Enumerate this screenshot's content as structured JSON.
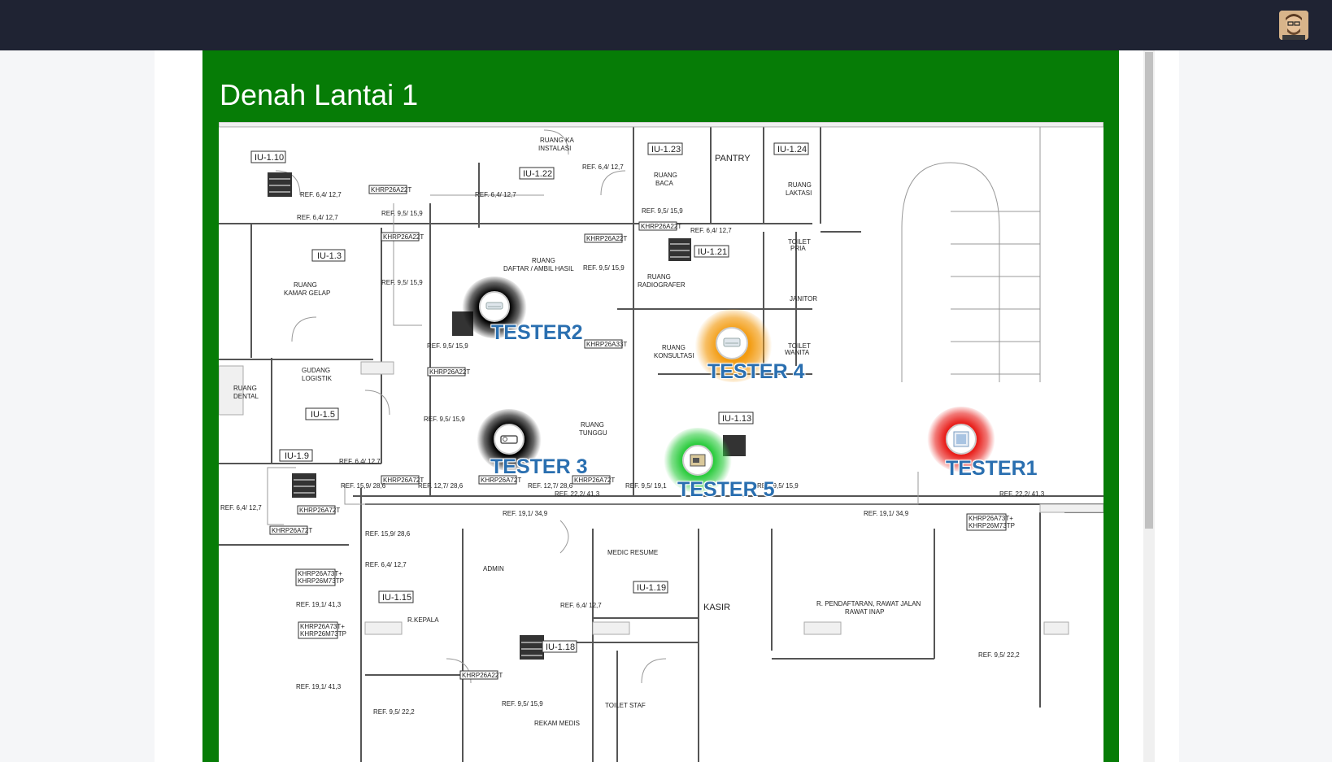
{
  "page": {
    "title": "Denah Lantai 1"
  },
  "colors": {
    "topbar": "#1f2333",
    "panel": "#067c06",
    "tester_label": "#2a6fb0",
    "status_black": "#000000",
    "status_orange": "#f39c12",
    "status_green": "#2ecc40",
    "status_red": "#e8201c"
  },
  "user": {
    "avatar_icon": "user-avatar-icon"
  },
  "testers": [
    {
      "name": "TESTER1",
      "status_color": "red",
      "icon": "panel-device-icon"
    },
    {
      "name": "TESTER2",
      "status_color": "black",
      "icon": "ac-unit-icon"
    },
    {
      "name": "TESTER 3",
      "status_color": "black",
      "icon": "projector-icon"
    },
    {
      "name": "TESTER 4",
      "status_color": "orange",
      "icon": "ac-unit-icon"
    },
    {
      "name": "TESTER 5",
      "status_color": "green",
      "icon": "printer-icon"
    }
  ],
  "floorplan": {
    "rooms": [
      "RUANG KA INSTALASI",
      "PANTRY",
      "RUANG BACA",
      "RUANG LAKTASI",
      "RUANG KAMAR GELAP",
      "RUANG DAFTAR / AMBIL HASIL",
      "RUANG RADIOGRAFER",
      "TOILET PRIA",
      "JANITOR",
      "TOILET WANITA",
      "RUANG KONSULTASI",
      "GUDANG LOGISTIK",
      "RUANG DENTAL",
      "RUANG TUNGGU",
      "ADMIN",
      "MEDIC RESUME",
      "KASIR",
      "R. PENDAFTARAN, RAWAT JALAN RAWAT INAP",
      "R.KEPALA",
      "TOILET STAF",
      "REKAM MEDIS"
    ],
    "units": [
      "IU-1.10",
      "IU-1.22",
      "IU-1.23",
      "IU-1.24",
      "IU-1.3",
      "IU-1.21",
      "IU-1.5",
      "IU-1.9",
      "IU-1.13",
      "IU-1.15",
      "IU-1.19",
      "IU-1.18"
    ],
    "outdoor_units": [
      "KHRP26A22T",
      "KHRP26A22T",
      "KHRP26A22T",
      "KHRP26A22T",
      "KHRP26A33T",
      "KHRP26A22T",
      "KHRP26A72T",
      "KHRP26A72T",
      "KHRP26A72T",
      "KHRP26A72T",
      "KHRP26A73T+ KHRP26M73TP",
      "KHRP26A73T+ KHRP26M73TP",
      "KHRP26A73T+ KHRP26M73TP",
      "KHRP26A22T"
    ],
    "refs": [
      "REF. 6,4/ 12,7",
      "REF. 9,5/ 15,9",
      "REF. 15,9/ 28,6",
      "REF. 12,7/ 28,6",
      "REF. 22,2/ 41,3",
      "REF. 19,1/ 34,9",
      "REF. 19,1/ 41,3",
      "REF. 9,5/ 22,2"
    ]
  }
}
